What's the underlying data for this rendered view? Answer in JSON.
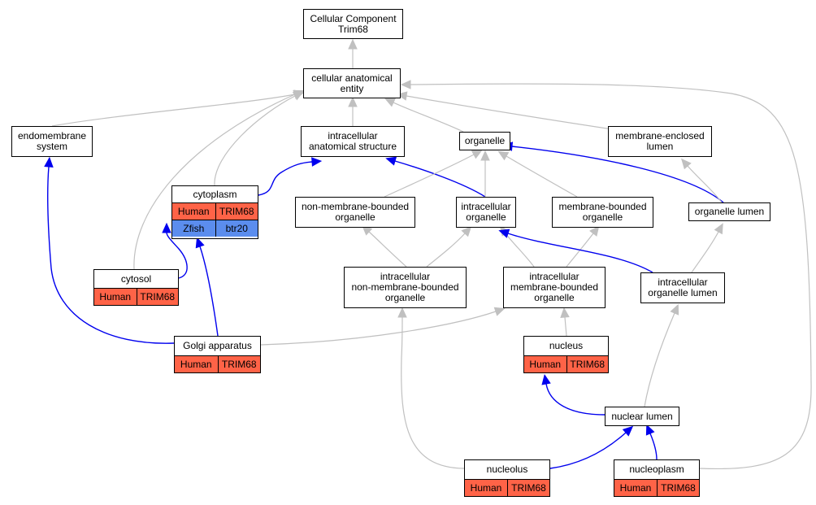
{
  "colors": {
    "edge_is_a": "#c0c0c0",
    "edge_part_of": "#0000ee",
    "human": "#ff6347",
    "zfish": "#5b8dee"
  },
  "nodes": {
    "root": {
      "label": "Cellular Component\nTrim68"
    },
    "cae": {
      "label": "cellular anatomical\nentity"
    },
    "endo": {
      "label": "endomembrane\nsystem"
    },
    "ias": {
      "label": "intracellular\nanatomical structure"
    },
    "organelle": {
      "label": "organelle"
    },
    "mel": {
      "label": "membrane-enclosed\nlumen"
    },
    "cytoplasm": {
      "label": "cytoplasm",
      "annotations": [
        {
          "species": "Human",
          "gene": "TRIM68",
          "color": "#ff6347"
        },
        {
          "species": "Zfish",
          "gene": "btr20",
          "color": "#5b8dee"
        }
      ]
    },
    "nmbo": {
      "label": "non-membrane-bounded\norganelle"
    },
    "io": {
      "label": "intracellular\norganelle"
    },
    "mbo": {
      "label": "membrane-bounded\norganelle"
    },
    "olumen": {
      "label": "organelle lumen"
    },
    "cytosol": {
      "label": "cytosol",
      "annotations": [
        {
          "species": "Human",
          "gene": "TRIM68",
          "color": "#ff6347"
        }
      ]
    },
    "inmbo": {
      "label": "intracellular\nnon-membrane-bounded\norganelle"
    },
    "imbo": {
      "label": "intracellular\nmembrane-bounded\norganelle"
    },
    "iol": {
      "label": "intracellular\norganelle lumen"
    },
    "golgi": {
      "label": "Golgi apparatus",
      "annotations": [
        {
          "species": "Human",
          "gene": "TRIM68",
          "color": "#ff6347"
        }
      ]
    },
    "nucleus": {
      "label": "nucleus",
      "annotations": [
        {
          "species": "Human",
          "gene": "TRIM68",
          "color": "#ff6347"
        }
      ]
    },
    "nlumen": {
      "label": "nuclear lumen"
    },
    "nucleolus": {
      "label": "nucleolus",
      "annotations": [
        {
          "species": "Human",
          "gene": "TRIM68",
          "color": "#ff6347"
        }
      ]
    },
    "nucleoplasm": {
      "label": "nucleoplasm",
      "annotations": [
        {
          "species": "Human",
          "gene": "TRIM68",
          "color": "#ff6347"
        }
      ]
    }
  },
  "edges": [
    {
      "from": "cae",
      "to": "root",
      "type": "is_a"
    },
    {
      "from": "endo",
      "to": "cae",
      "type": "is_a"
    },
    {
      "from": "ias",
      "to": "cae",
      "type": "is_a"
    },
    {
      "from": "organelle",
      "to": "cae",
      "type": "is_a"
    },
    {
      "from": "mel",
      "to": "cae",
      "type": "is_a"
    },
    {
      "from": "cytoplasm",
      "to": "cae",
      "type": "is_a"
    },
    {
      "from": "cytosol",
      "to": "cae",
      "type": "is_a"
    },
    {
      "from": "nucleoplasm",
      "to": "cae",
      "type": "is_a"
    },
    {
      "from": "cytoplasm",
      "to": "ias",
      "type": "part_of"
    },
    {
      "from": "io",
      "to": "ias",
      "type": "part_of"
    },
    {
      "from": "nmbo",
      "to": "organelle",
      "type": "is_a"
    },
    {
      "from": "io",
      "to": "organelle",
      "type": "is_a"
    },
    {
      "from": "mbo",
      "to": "organelle",
      "type": "is_a"
    },
    {
      "from": "olumen",
      "to": "organelle",
      "type": "part_of"
    },
    {
      "from": "olumen",
      "to": "mel",
      "type": "is_a"
    },
    {
      "from": "inmbo",
      "to": "nmbo",
      "type": "is_a"
    },
    {
      "from": "inmbo",
      "to": "io",
      "type": "is_a"
    },
    {
      "from": "imbo",
      "to": "io",
      "type": "is_a"
    },
    {
      "from": "imbo",
      "to": "mbo",
      "type": "is_a"
    },
    {
      "from": "iol",
      "to": "io",
      "type": "part_of"
    },
    {
      "from": "iol",
      "to": "olumen",
      "type": "is_a"
    },
    {
      "from": "cytosol",
      "to": "cytoplasm",
      "type": "part_of"
    },
    {
      "from": "golgi",
      "to": "cytoplasm",
      "type": "part_of"
    },
    {
      "from": "golgi",
      "to": "endo",
      "type": "part_of"
    },
    {
      "from": "golgi",
      "to": "imbo",
      "type": "is_a"
    },
    {
      "from": "nucleus",
      "to": "imbo",
      "type": "is_a"
    },
    {
      "from": "nlumen",
      "to": "nucleus",
      "type": "part_of"
    },
    {
      "from": "nlumen",
      "to": "iol",
      "type": "is_a"
    },
    {
      "from": "nucleolus",
      "to": "nlumen",
      "type": "part_of"
    },
    {
      "from": "nucleolus",
      "to": "inmbo",
      "type": "is_a"
    },
    {
      "from": "nucleoplasm",
      "to": "nlumen",
      "type": "part_of"
    }
  ]
}
